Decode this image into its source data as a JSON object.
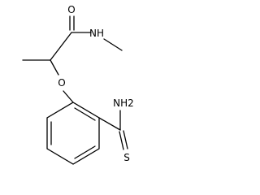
{
  "molecule": {
    "atoms": {
      "carbonyl_oxygen": "O",
      "amide_nitrogen": "NH",
      "ether_oxygen": "O",
      "thioamide_amine": "NH2",
      "thioamide_sulfur": "S"
    }
  },
  "colors": {
    "bond": "#000000",
    "label": "#000000",
    "background": "#ffffff"
  }
}
